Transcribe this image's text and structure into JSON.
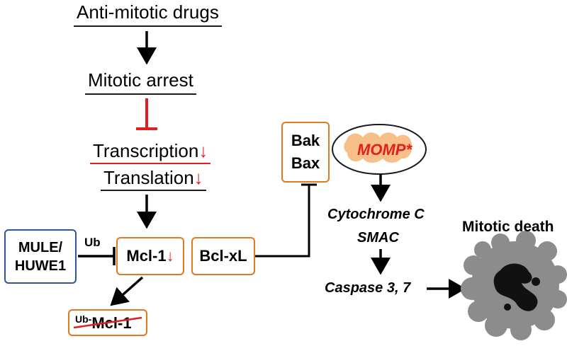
{
  "nodes": {
    "drugs": "Anti-mitotic drugs",
    "arrest": "Mitotic arrest",
    "transcription": "Transcription",
    "translation": "Translation",
    "down_arrow": "↓",
    "mule_line1": "MULE/",
    "mule_line2": "HUWE1",
    "ub": "Ub",
    "mcl1": "Mcl-1",
    "ub_mcl1_prefix": "Ub-",
    "ub_mcl1": "Mcl-1",
    "bclxl": "Bcl-xL",
    "bak": "Bak",
    "bax": "Bax",
    "momp": "MOMP*",
    "cytochrome": "Cytochrome C",
    "smac": "SMAC",
    "caspase": "Caspase 3, 7",
    "death": "Mitotic death"
  },
  "colors": {
    "inhibition_red": "#e02020",
    "box_orange": "#e07a1f",
    "box_blue": "#2f5597",
    "mito_fill": "#f7c08a",
    "cell_grey": "#8c8c8c"
  }
}
